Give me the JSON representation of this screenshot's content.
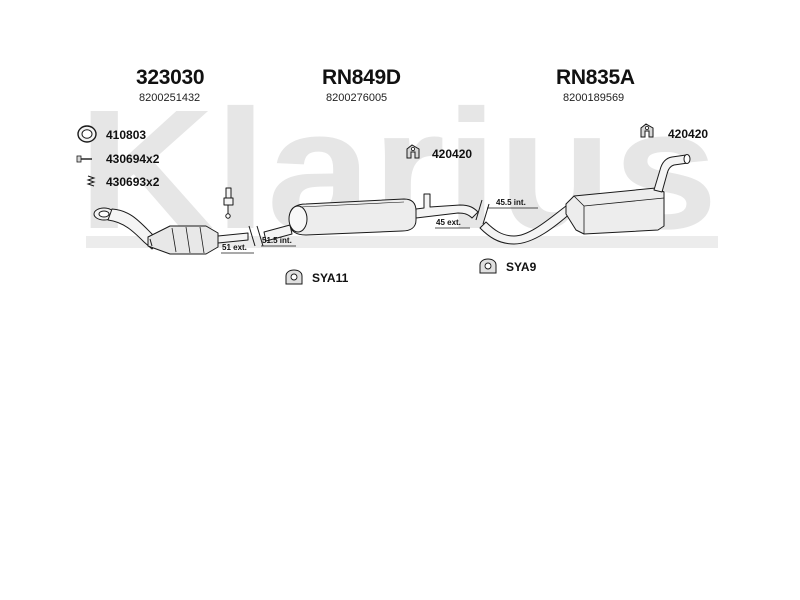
{
  "watermark": {
    "text": "Klarius"
  },
  "parts": [
    {
      "code": "323030",
      "oe_number": "8200251432"
    },
    {
      "code": "RN849D",
      "oe_number": "8200276005"
    },
    {
      "code": "RN835A",
      "oe_number": "8200189569"
    }
  ],
  "accessories": {
    "ring_410803": "410803",
    "bolt_430694": "430694x2",
    "spring_430693": "430693x2",
    "bracket_mid": "420420",
    "bracket_rear": "420420",
    "kit_sya11": "SYA11",
    "kit_sya9": "SYA9"
  },
  "dimensions": {
    "d1": "51 ext.",
    "d2": "51.5 int.",
    "d3": "45 ext.",
    "d4": "45.5 int."
  },
  "colors": {
    "watermark": "#e6e6e6",
    "line": "#1a1a1a",
    "fill_light": "#f4f4f4",
    "fill_mid": "#d8d8d8"
  }
}
